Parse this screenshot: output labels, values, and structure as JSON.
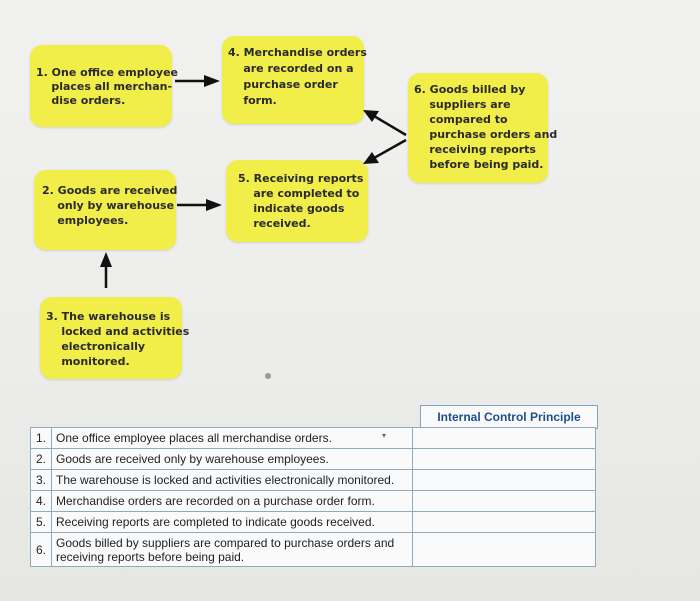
{
  "boxes": {
    "b1": [
      "1. One office employee",
      "    places all merchan-",
      "    dise orders."
    ],
    "b2": [
      "2. Goods are received",
      "    only by warehouse",
      "    employees."
    ],
    "b3": [
      "3. The warehouse is",
      "    locked and activities",
      "    electronically",
      "    monitored."
    ],
    "b4": [
      "4. Merchandise orders",
      "    are recorded on a",
      "    purchase order",
      "    form."
    ],
    "b5": [
      "5. Receiving reports",
      "    are completed to",
      "    indicate goods",
      "    received."
    ],
    "b6": [
      "6. Goods billed by",
      "    suppliers are",
      "    compared to",
      "    purchase orders and",
      "    receiving reports",
      "    before being paid."
    ]
  },
  "table": {
    "header": "Internal Control Principle",
    "rows": [
      {
        "num": "1.",
        "text": "One office employee places all merchandise orders."
      },
      {
        "num": "2.",
        "text": "Goods are received only by warehouse employees."
      },
      {
        "num": "3.",
        "text": "The warehouse is locked and activities electronically monitored."
      },
      {
        "num": "4.",
        "text": "Merchandise orders are recorded on a purchase order form."
      },
      {
        "num": "5.",
        "text": "Receiving reports are completed to indicate goods received."
      },
      {
        "num": "6.",
        "text": "Goods billed by suppliers are compared to purchase orders and receiving reports before being paid."
      }
    ]
  },
  "colors": {
    "box_fill": "#f1ee4a",
    "header_text": "#1f4f8a",
    "table_border": "#8fa9bd"
  },
  "icons": {
    "flow_arrow": "arrow-icon",
    "dropdown": "chevron-down-icon"
  }
}
